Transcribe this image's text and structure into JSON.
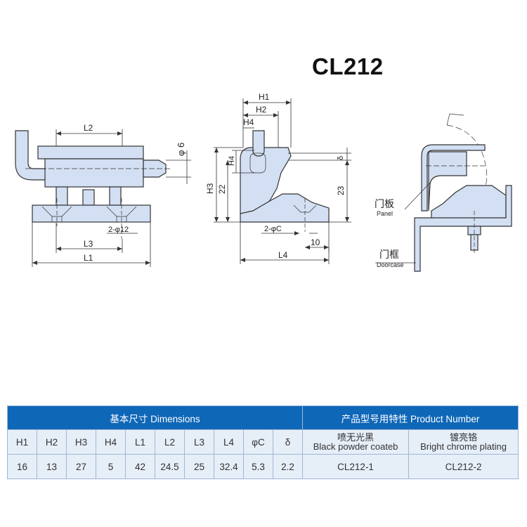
{
  "title": "CL212",
  "drawing": {
    "dims": {
      "L2": "L2",
      "phi6": "φ 6",
      "hole": "2-φ12",
      "L3": "L3",
      "L1": "L1",
      "H1": "H1",
      "H2": "H2",
      "H4": "H4",
      "H4b": "H4",
      "H3": "H3",
      "d22": "22",
      "d23": "23",
      "delta": "δ",
      "phiC": "2-φC",
      "d10": "10",
      "L4": "L4"
    },
    "panel_zh": "门板",
    "panel_en": "Panel",
    "doorcase_zh": "门框",
    "doorcase_en": "Doorcase"
  },
  "table": {
    "dimensions_header": "基本尺寸 Dimensions",
    "product_header": "产品型号用特性 Product Number",
    "columns": [
      "H1",
      "H2",
      "H3",
      "H4",
      "L1",
      "L2",
      "L3",
      "L4",
      "φC",
      "δ"
    ],
    "values": [
      "16",
      "13",
      "27",
      "5",
      "42",
      "24.5",
      "25",
      "32.4",
      "5.3",
      "2.2"
    ],
    "finishes": [
      {
        "zh": "喷无光黑",
        "en": "Black powder coateb",
        "model": "CL212-1"
      },
      {
        "zh": "镀亮铬",
        "en": "Bright chrome plating",
        "model": "CL212-2"
      }
    ]
  }
}
